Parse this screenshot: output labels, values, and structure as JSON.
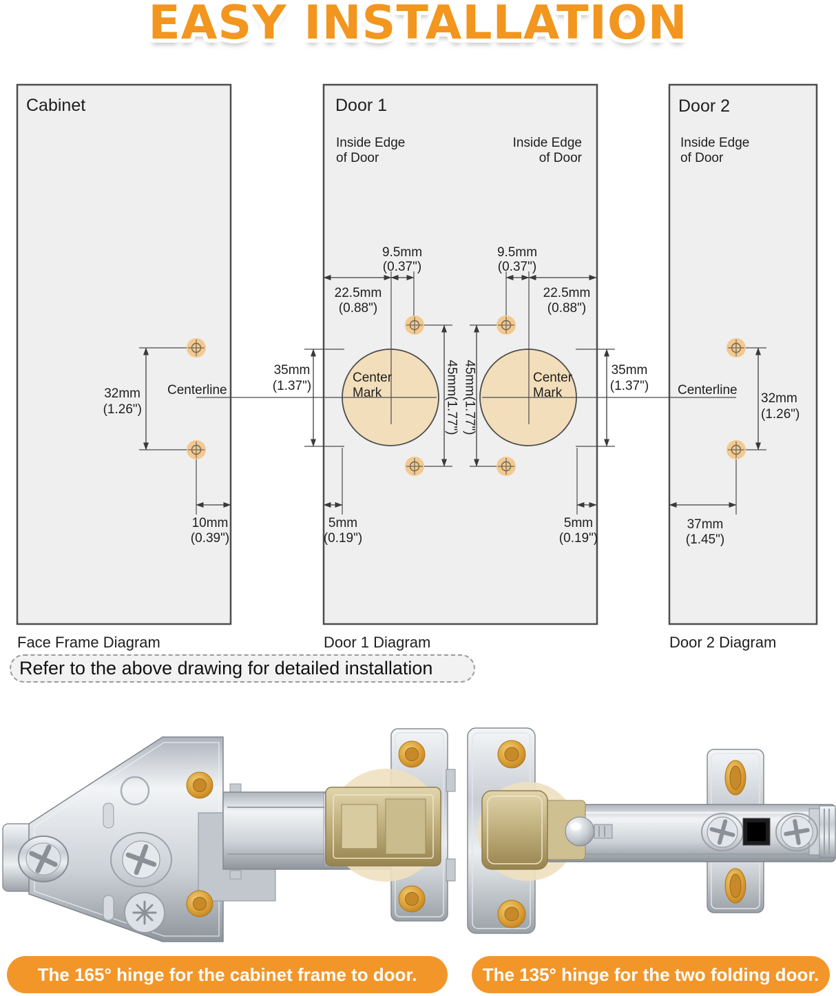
{
  "title": "EASY INSTALLATION",
  "panels": {
    "cabinet": {
      "title": "Cabinet",
      "caption": "Face Frame Diagram"
    },
    "door1": {
      "title": "Door 1",
      "caption": "Door 1 Diagram"
    },
    "door2": {
      "title": "Door 2",
      "caption": "Door 2 Diagram"
    }
  },
  "labels": {
    "inside_edge_line1": "Inside Edge",
    "inside_edge_line2": "of Door",
    "centerline": "Centerline",
    "center_mark_line1": "Center",
    "center_mark_line2": "Mark"
  },
  "dimensions": {
    "hole_spacing_mm": "32mm",
    "hole_spacing_in": "(1.26\")",
    "cabinet_edge_mm": "10mm",
    "cabinet_edge_in": "(0.39\")",
    "cup_diameter_mm": "35mm",
    "cup_diameter_in": "(1.37\")",
    "cup_center_offset_mm": "22.5mm",
    "cup_center_offset_in": "(0.88\")",
    "screw_offset_mm": "9.5mm",
    "screw_offset_in": "(0.37\")",
    "screw_spacing": "45mm(1.77\")",
    "door_edge_mm": "5mm",
    "door_edge_in": "(0.19\")",
    "door2_edge_mm": "37mm",
    "door2_edge_in": "(1.45\")"
  },
  "note": "Refer to the above drawing for detailed installation",
  "captions": {
    "hinge165": "The 165° hinge for the cabinet frame to door.",
    "hinge135": "The 135° hinge for the two folding door."
  },
  "colors": {
    "accent_orange": "#F2961F",
    "pill_orange": "#F2962A",
    "hole_orange": "#F3C98F",
    "cup_tan": "#F3DEBB",
    "brass": "#D99B32"
  }
}
